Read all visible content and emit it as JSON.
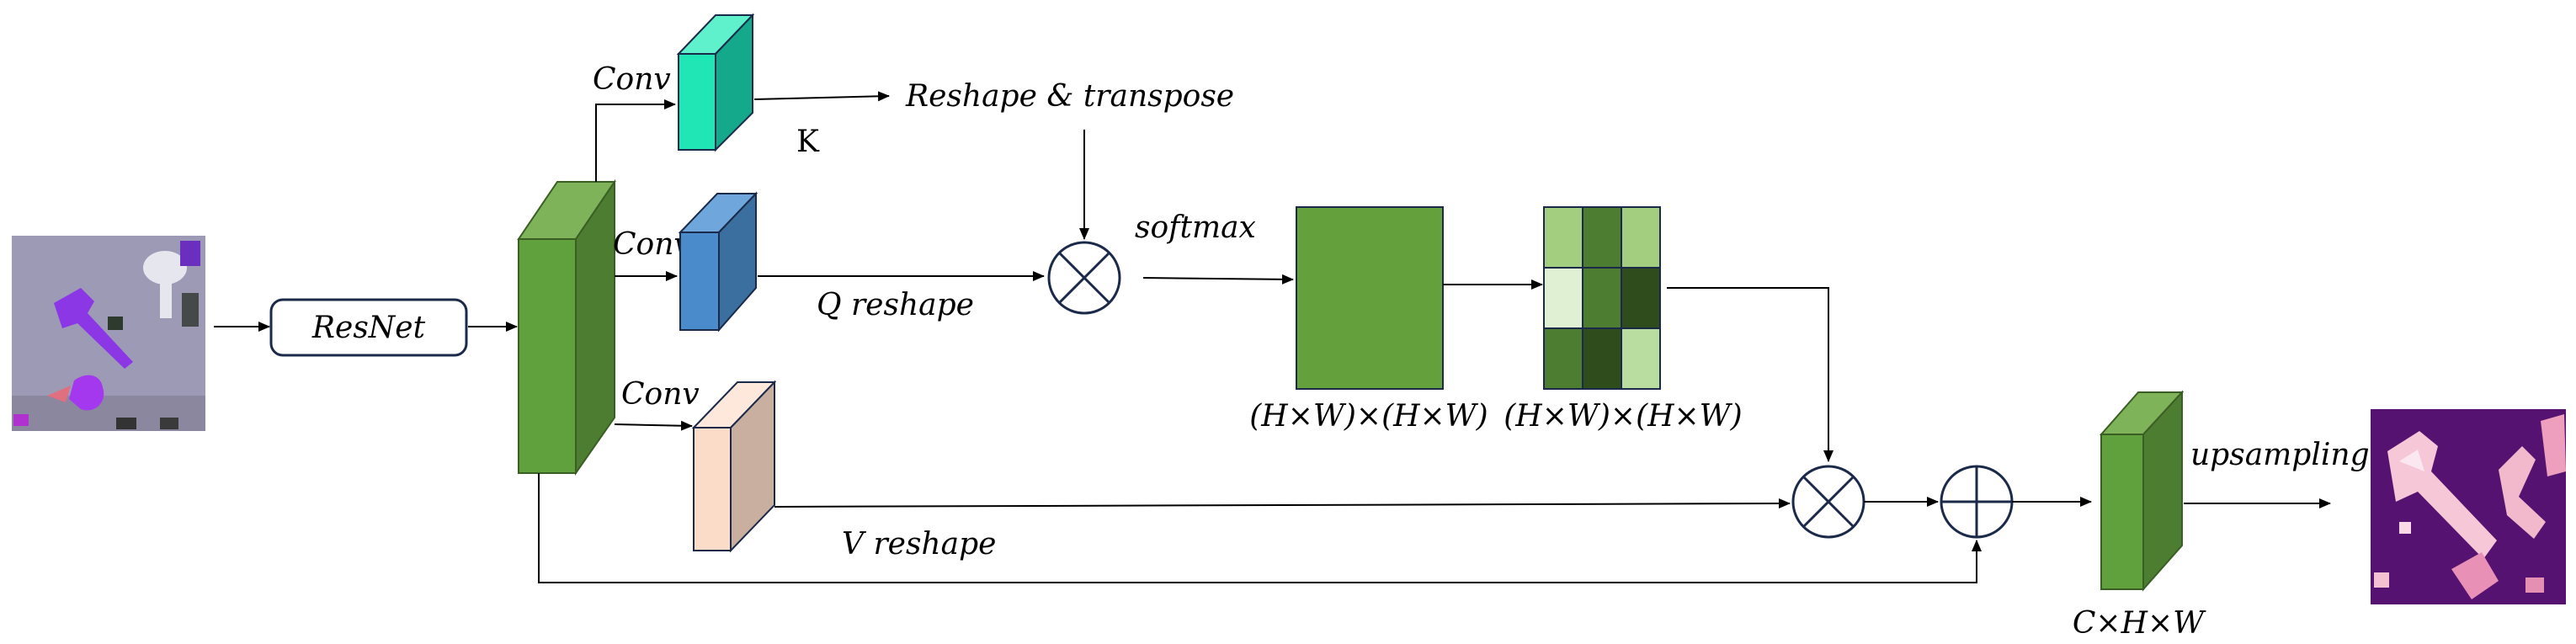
{
  "labels": {
    "resnet": "ResNet",
    "conv_top": "Conv",
    "conv_mid": "Conv",
    "conv_bottom": "Conv",
    "k": "K",
    "reshape_transpose": "Reshape & transpose",
    "q_reshape": "Q reshape",
    "softmax": "softmax",
    "v_reshape": "V reshape",
    "upsampling": "upsampling",
    "attn_dim_1": "(H×W)×(H×W)",
    "attn_dim_2": "(H×W)×(H×W)",
    "output_dim": "C×H×W"
  },
  "colors": {
    "feature_front": "#60a03d",
    "feature_side": "#4c7d30",
    "feature_top": "#7fb35a",
    "k_front": "#20e6b6",
    "k_side": "#13a98a",
    "q_front": "#4a8bcb",
    "q_side": "#3b6f9f",
    "v_front": "#fadcc8",
    "v_side": "#c9afa0",
    "attention_map": "#64a03c",
    "grid": [
      "#a3cd7f",
      "#4c7d30",
      "#a3cd7f",
      "#e0f0d2",
      "#4c7d30",
      "#2e4c1c",
      "#4c7d30",
      "#2e4c1c",
      "#b9dca0"
    ]
  },
  "icons": [
    "multiply-operator-icon",
    "multiply-operator-icon",
    "add-operator-icon"
  ]
}
